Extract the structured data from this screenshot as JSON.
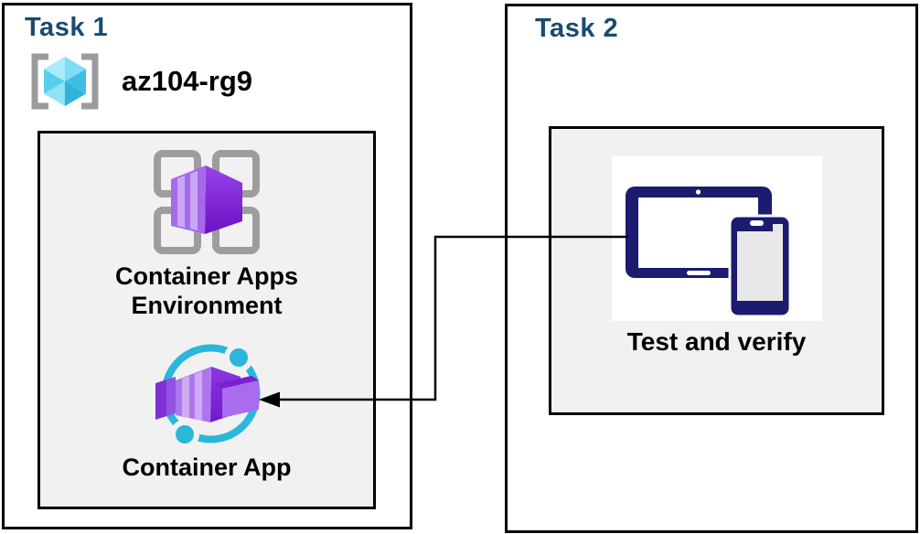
{
  "task1": {
    "title": "Task 1",
    "resource_group_name": "az104-rg9",
    "environment_label": "Container Apps Environment",
    "app_label": "Container App"
  },
  "task2": {
    "title": "Task 2",
    "verify_label": "Test and verify"
  },
  "connector": {
    "type": "elbow-arrow",
    "from": "Test and verify devices icon",
    "to": "Container App icon",
    "arrow_direction": "left"
  },
  "icons": {
    "resource_group": "azure-resource-group-icon",
    "environment": "container-apps-environment-icon",
    "container_app": "container-app-icon",
    "devices": "tablet-phone-icon"
  },
  "colors": {
    "title_text": "#1A4A70",
    "label_text": "#000000",
    "panel_border": "#000000",
    "inner_box_fill": "#F1F1F1",
    "connector_line": "#000000",
    "device_navy": "#1B1B70",
    "cyan_accent": "#2BB7DA",
    "purple_front": "#AE76EE",
    "purple_dark": "#7119CC",
    "purple_stripe": "#CBA7F7",
    "bracket_gray": "#9B9B9B",
    "grid_gray": "#9D9D9D",
    "cube_cyan_light": "#A9EBFA",
    "cube_cyan_dark": "#2FB3D9"
  }
}
